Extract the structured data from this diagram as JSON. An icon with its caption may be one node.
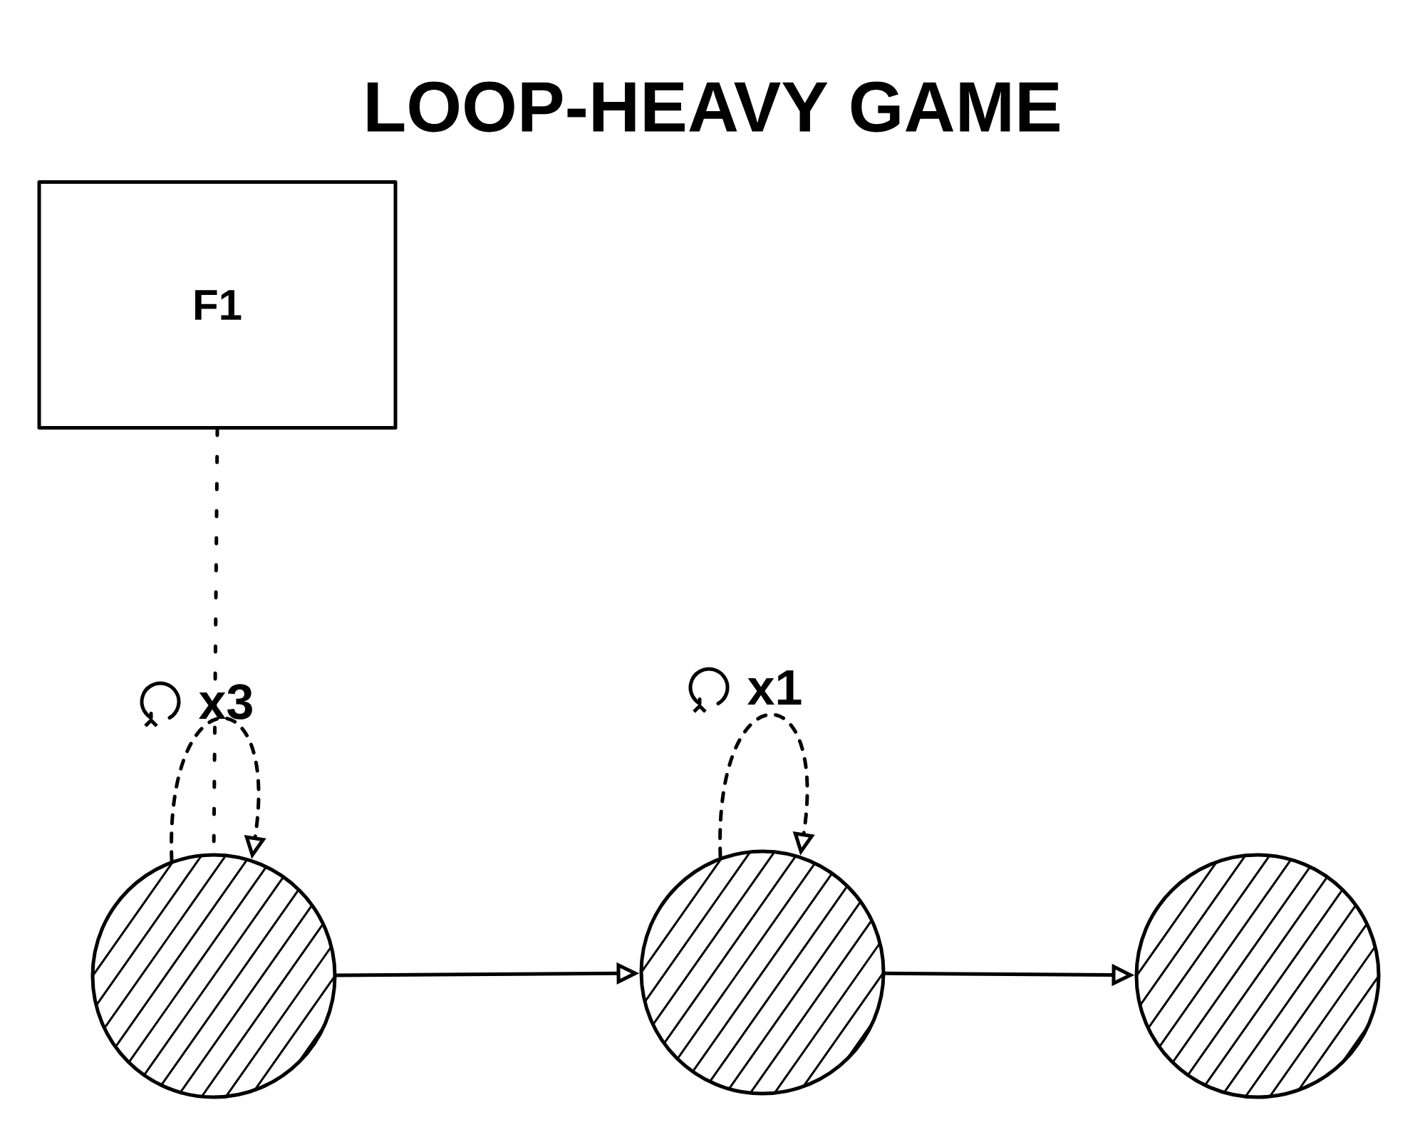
{
  "diagram": {
    "title": "LOOP-HEAVY GAME",
    "nodes": [
      {
        "text": [
          "F1"
        ]
      },
      {
        "text": [],
        "shape": "circle",
        "beside": [
          "x3"
        ]
      },
      {
        "text": [],
        "shape": "circle",
        "beside": [
          "x1"
        ]
      },
      {
        "text": [],
        "shape": "circle"
      }
    ],
    "edges": [
      {
        "from": 0,
        "to": 1,
        "arrow": "none",
        "style": "dashed"
      },
      {
        "from": 1,
        "to": 1,
        "arrow": "to",
        "style": "dashed"
      },
      {
        "from": 2,
        "to": 2,
        "arrow": "to",
        "style": "dashed"
      },
      {
        "from": 1,
        "to": 2,
        "arrow": "to"
      },
      {
        "from": 2,
        "to": 3,
        "arrow": "to"
      }
    ]
  }
}
